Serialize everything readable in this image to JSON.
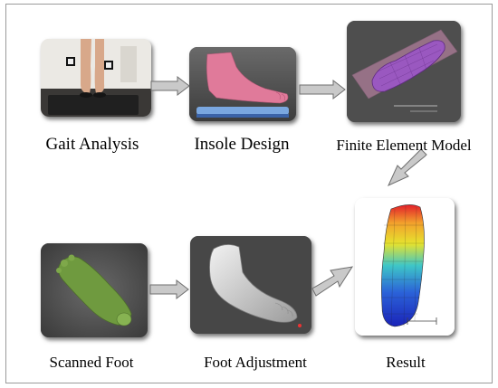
{
  "steps": {
    "gait_analysis": "Gait Analysis",
    "insole_design": "Insole Design",
    "finite_element_model": "Finite Element Model",
    "result": "Result",
    "scanned_foot": "Scanned Foot",
    "foot_adjustment": "Foot Adjustment"
  },
  "colors": {
    "arrow_fill": "#c9c9c9",
    "arrow_stroke": "#6e6e6e",
    "insole_foot": "#e07a9a",
    "fem_mesh": "#8b3fa8",
    "scanned_foot": "#6f9a3f",
    "adjusted_foot": "#cfcfcf"
  }
}
